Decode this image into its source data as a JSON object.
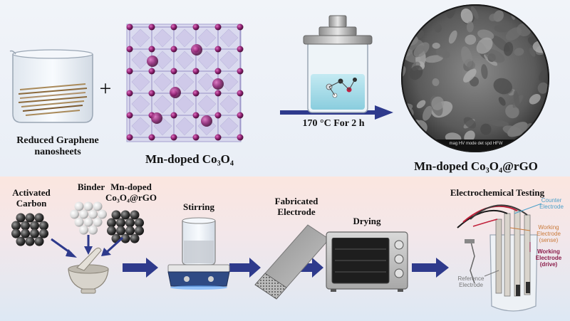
{
  "top": {
    "rgo_label": "Reduced Graphene nanosheets",
    "plus": "+",
    "crystal_label": "Mn-doped Co₃O₄",
    "condition": "170 °C For 2 h",
    "product_label": "Mn-doped Co₃O₄@rGO",
    "sem_footer": "mag HV mode det spd HFW"
  },
  "bottom": {
    "activated_carbon": "Activated Carbon",
    "binder": "Binder",
    "mn_rgo": "Mn-doped Co₃O₄@rGO",
    "stirring": "Stirring",
    "fabricated": "Fabricated Electrode",
    "drying": "Drying",
    "testing_title": "Electrochemical Testing",
    "counter": "Counter Electrode",
    "working_sense": "Working Electrode (sense)",
    "working_drive": "Working Electrode (drive)",
    "reference": "Reference Electrode"
  },
  "colors": {
    "arrow": "#2e3a8c",
    "counter": "#4a9fc9",
    "sense": "#c97a3a",
    "drive": "#8b1c4a",
    "reference": "#777777"
  }
}
